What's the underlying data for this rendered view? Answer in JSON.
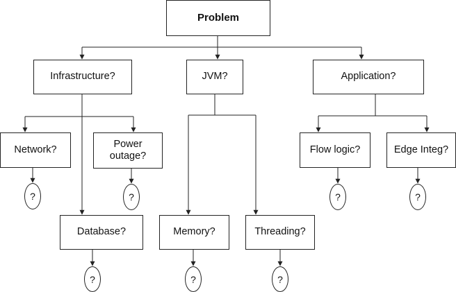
{
  "root": {
    "label": "Problem"
  },
  "categories": {
    "infrastructure": "Infrastructure?",
    "jvm": "JVM?",
    "application": "Application?"
  },
  "causes": {
    "network": "Network?",
    "power_line1": "Power",
    "power_line2": "outage?",
    "database": "Database?",
    "memory": "Memory?",
    "threading": "Threading?",
    "flow_logic": "Flow logic?",
    "edge_integ": "Edge Integ?"
  },
  "unknown_marker": "?",
  "colors": {
    "line": "#222222",
    "fill": "#ffffff"
  }
}
